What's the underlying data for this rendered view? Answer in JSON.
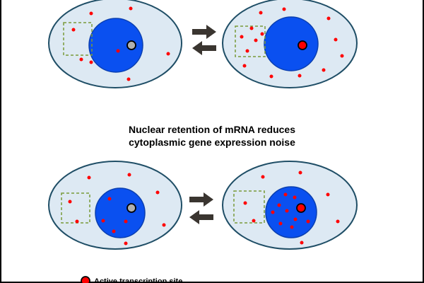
{
  "title": {
    "line1": "Nuclear retention of mRNA reduces",
    "line2": "cytoplasmic gene expression noise"
  },
  "legend": {
    "active_site_label": "Active transcription site"
  },
  "colors": {
    "cytoplasm": "#dde9f3",
    "cell_border": "#1f4e66",
    "nucleus": "#0a50f0",
    "nucleus_border": "#0a3fb0",
    "mrna": "#ff0000",
    "inactive_site": "#b0b0b0",
    "active_site": "#ff0000",
    "arrow": "#3a3530",
    "sampling_box": "#7a9a3a"
  },
  "icons": {
    "forward": "arrow-right-icon",
    "reverse": "arrow-left-icon"
  }
}
